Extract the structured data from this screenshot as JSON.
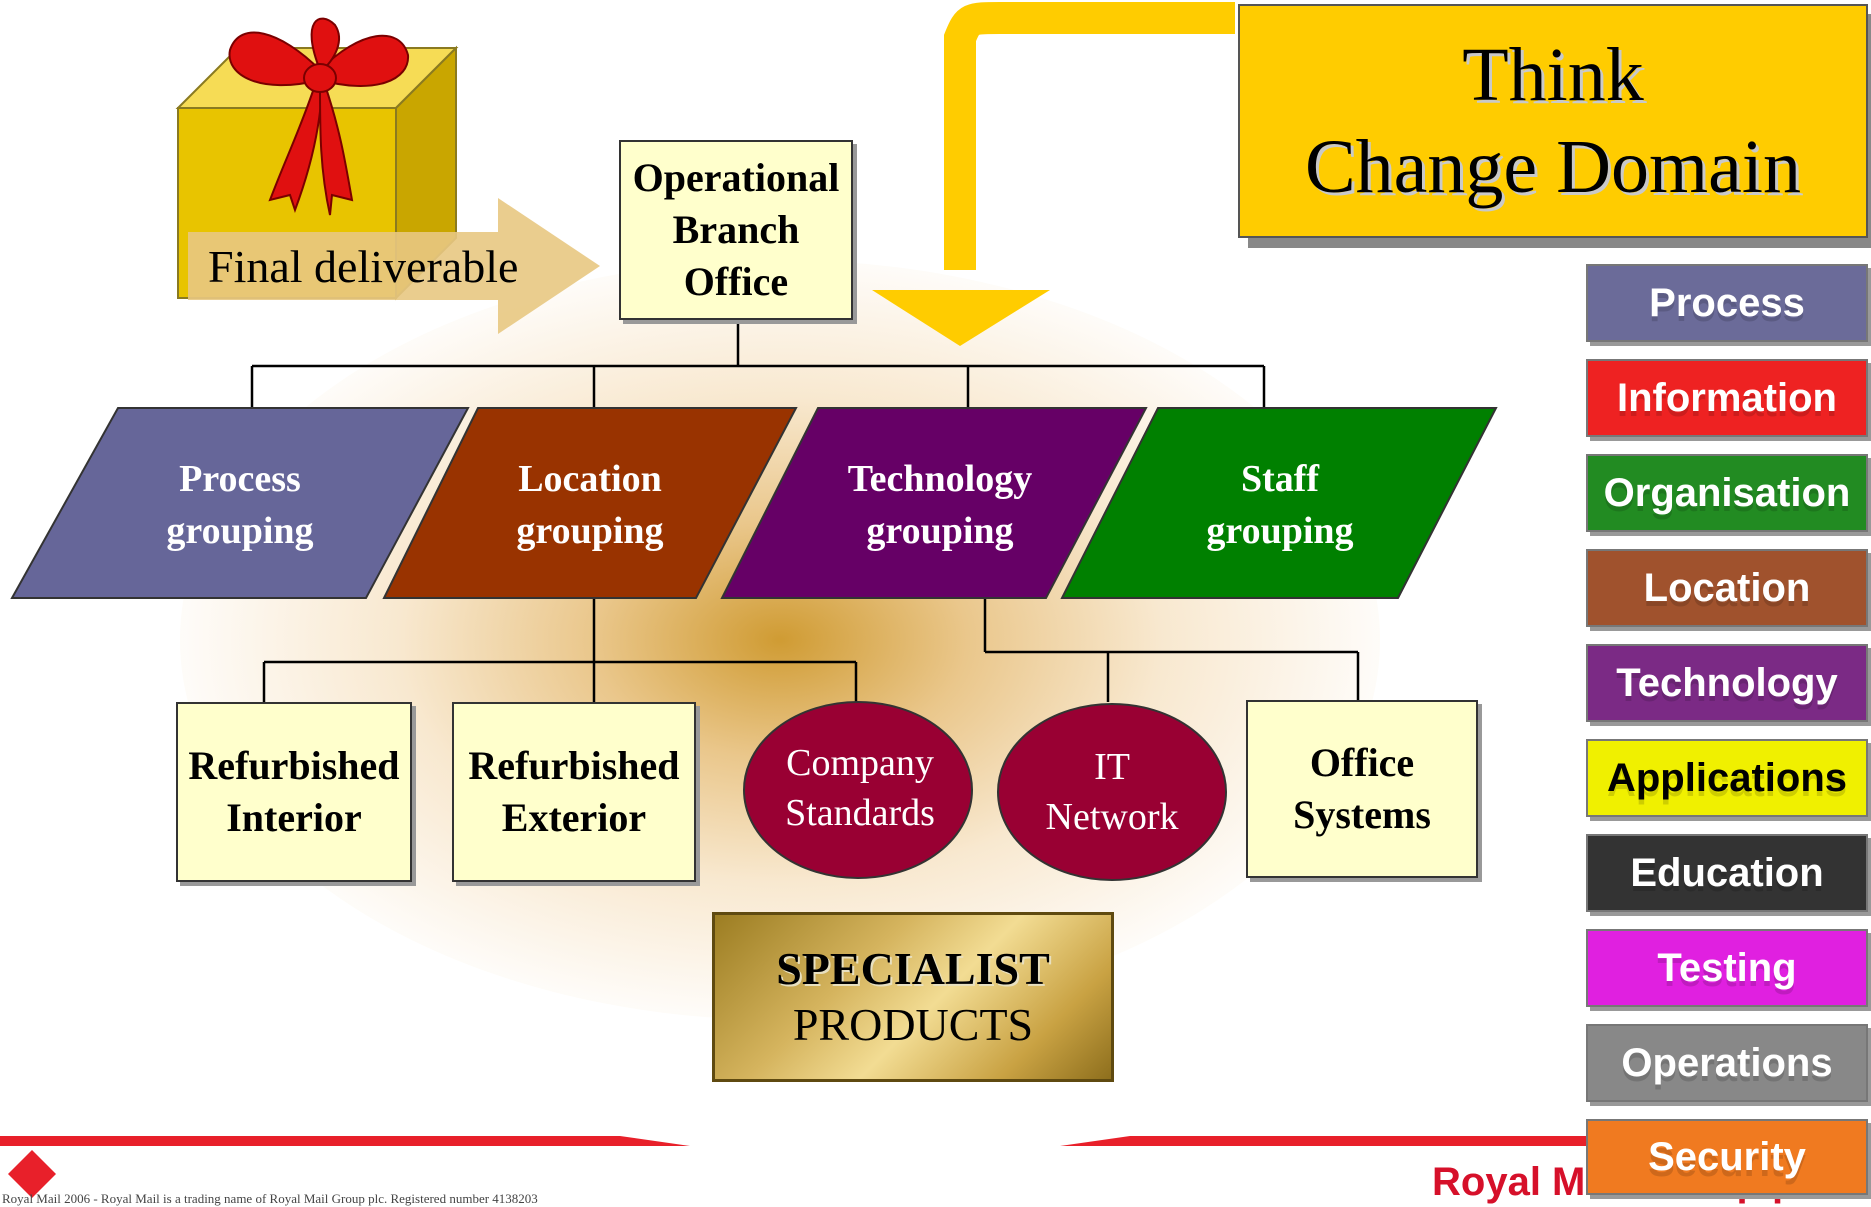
{
  "title": "Think\nChange Domain",
  "top_box": "Operational\nBranch\nOffice",
  "final_deliverable": "Final deliverable",
  "groupings": [
    {
      "label": "Process\ngrouping",
      "color": "#666699"
    },
    {
      "label": "Location\ngrouping",
      "color": "#993300"
    },
    {
      "label": "Technology\ngrouping",
      "color": "#660066"
    },
    {
      "label": "Staff\ngrouping",
      "color": "#008000"
    }
  ],
  "deliverables": {
    "refurbished_interior": "Refurbished\nInterior",
    "refurbished_exterior": "Refurbished\nExterior",
    "company_standards": "Company\nStandards",
    "it_network": "IT\nNetwork",
    "office_systems": "Office\nSystems"
  },
  "specialist": {
    "line1": "SPECIALIST",
    "line2": "PRODUCTS"
  },
  "domains": [
    {
      "label": "Process",
      "color": "#6b6b99"
    },
    {
      "label": "Information",
      "color": "#ee2222"
    },
    {
      "label": "Organisation",
      "color": "#228b22"
    },
    {
      "label": "Location",
      "color": "#a0522d"
    },
    {
      "label": "Technology",
      "color": "#7b2a85"
    },
    {
      "label": "Applications",
      "color": "#f0f000"
    },
    {
      "label": "Education",
      "color": "#333333"
    },
    {
      "label": "Testing",
      "color": "#e020e0"
    },
    {
      "label": "Operations",
      "color": "#888888"
    },
    {
      "label": "Security",
      "color": "#f07a20"
    }
  ],
  "footer": {
    "copyright": "Royal Mail 2006 - Royal Mail is a trading name of Royal Mail Group plc. Registered number 4138203",
    "brand": "Royal Mail Group plc"
  }
}
